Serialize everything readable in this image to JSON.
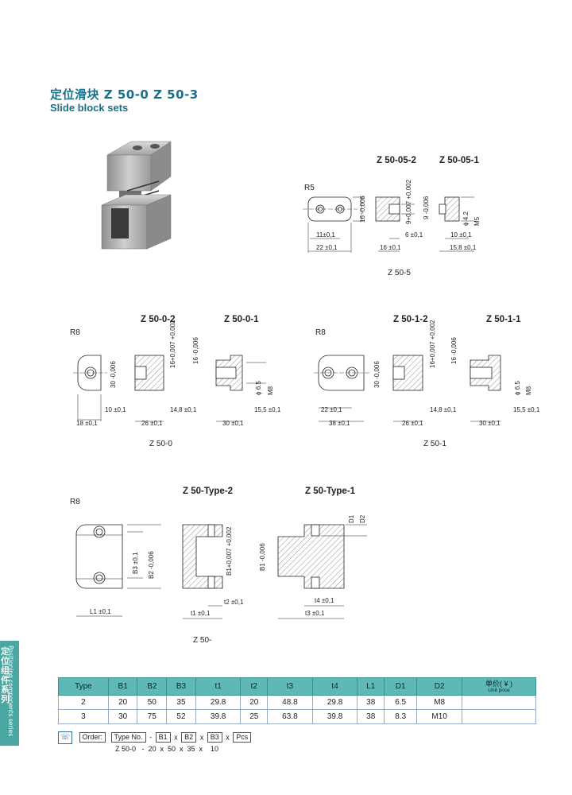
{
  "header": {
    "title_cn": "定位滑块 Z 50-0  Z 50-3",
    "title_en": "Slide block sets"
  },
  "sidebar": {
    "cn": "定位组件系列",
    "en": "Positioning components series"
  },
  "drawings": {
    "z505": {
      "view2_title": "Z 50-05-2",
      "view1_title": "Z 50-05-1",
      "radius": "R5",
      "dim_16_006": "16 -0,006",
      "dim_9": "9+0,007 +0,002",
      "dim_9_006": "9 -0,006",
      "dim_11": "11±0,1",
      "dim_22": "22 ±0,1",
      "dim_6": "6 ±0,1",
      "dim_16": "16 ±0,1",
      "dim_10": "10 ±0,1",
      "dim_15_8": "15,8 ±0,1",
      "phi": "ϕ 4.2",
      "m5": "M5",
      "caption": "Z 50-5"
    },
    "z500": {
      "view2_title": "Z 50-0-2",
      "view1_title": "Z 50-0-1",
      "radius": "R8",
      "dim_30_006": "30 -0,006",
      "dim_16": "16+0,007 +0,002",
      "dim_16_006": "16 -0,006",
      "dim_10": "10 ±0,1",
      "dim_18": "18 ±0,1",
      "dim_26": "26 ±0,1",
      "dim_14_8": "14,8 ±0,1",
      "dim_30": "30 ±0,1",
      "dim_15_5": "15,5 ±0,1",
      "phi": "ϕ 6.5",
      "m8": "M8",
      "caption": "Z 50-0"
    },
    "z501": {
      "view2_title": "Z 50-1-2",
      "view1_title": "Z 50-1-1",
      "radius": "R8",
      "dim_30_006": "30 -0,006",
      "dim_16": "16+0,007 +0,002",
      "dim_16_006": "16 -0,006",
      "dim_22": "22 ±0,1",
      "dim_38": "38 ±0,1",
      "dim_26": "26 ±0,1",
      "dim_14_8": "14,8 ±0,1",
      "dim_30": "30 ±0,1",
      "dim_15_5": "15,5 ±0,1",
      "phi": "ϕ 6.5",
      "m8": "M8",
      "caption": "Z 50-1"
    },
    "ztype": {
      "view2_title": "Z 50-Type-2",
      "view1_title": "Z 50-Type-1",
      "radius": "R8",
      "b3": "B3 ±0,1",
      "b2": "B2 -0,006",
      "b1a": "B1+0,007 +0,002",
      "b1b": "B1 -0,006",
      "d1": "D1",
      "d2": "D2",
      "l1": "L1 ±0,1",
      "t1": "t1 ±0,1",
      "t2": "t2 ±0,1",
      "t3": "t3 ±0,1",
      "t4": "t4 ±0,1",
      "caption": "Z 50-"
    }
  },
  "table": {
    "headers": [
      "Type",
      "B1",
      "B2",
      "B3",
      "t1",
      "t2",
      "t3",
      "t4",
      "L1",
      "D1",
      "D2"
    ],
    "price_header": "单价( ¥ )",
    "price_sub": "Unit price",
    "rows": [
      [
        "2",
        "20",
        "50",
        "35",
        "29.8",
        "20",
        "48.8",
        "29.8",
        "38",
        "6.5",
        "M8"
      ],
      [
        "3",
        "30",
        "75",
        "52",
        "39.8",
        "25",
        "63.8",
        "39.8",
        "38",
        "8.3",
        "M10"
      ]
    ]
  },
  "order": {
    "icon": "phone-icon",
    "label": "Order:",
    "fields": [
      "Type No.",
      "B1",
      "B2",
      "B3",
      "Pcs"
    ],
    "sep1": "-",
    "sep2": "x",
    "example": "Z 50-0   -  20  x  50  x  35  x    10"
  }
}
